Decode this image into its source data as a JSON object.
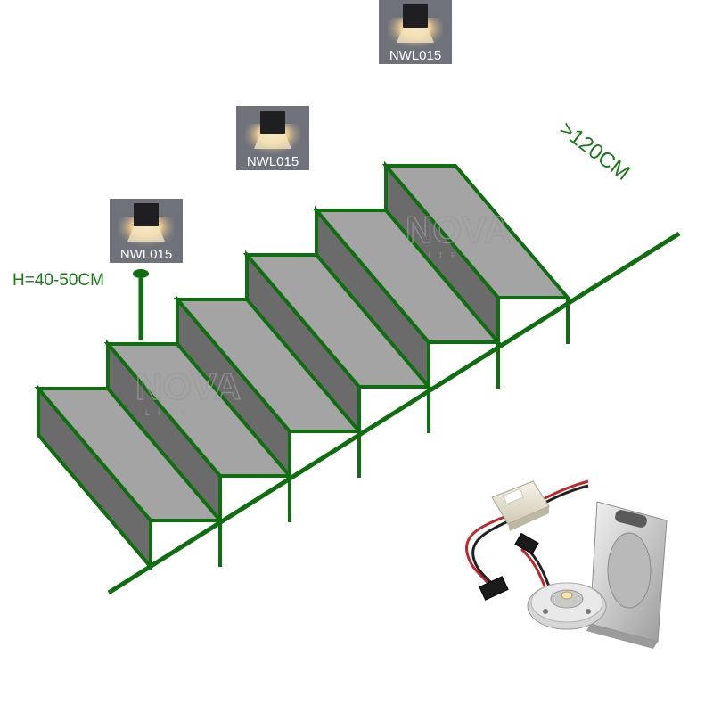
{
  "labels": {
    "lamp_model": "NWL015",
    "height": "H=40-50CM",
    "width": ">120CM",
    "watermark": "NOVA",
    "watermark_sub": "LITE"
  },
  "lamps": [
    {
      "label": "NWL015"
    },
    {
      "label": "NWL015"
    },
    {
      "label": "NWL015"
    }
  ],
  "colors": {
    "outline": "#0f6e0f",
    "tread": "#a4a4a4",
    "riser": "#6b6b6b",
    "lamp_bg": "#6f727a",
    "text_green": "#1a7a1a"
  },
  "product_photo": {
    "items": [
      "led-driver-icon",
      "connector-cable-icon",
      "led-module-icon",
      "square-aluminium-housing-icon"
    ]
  }
}
